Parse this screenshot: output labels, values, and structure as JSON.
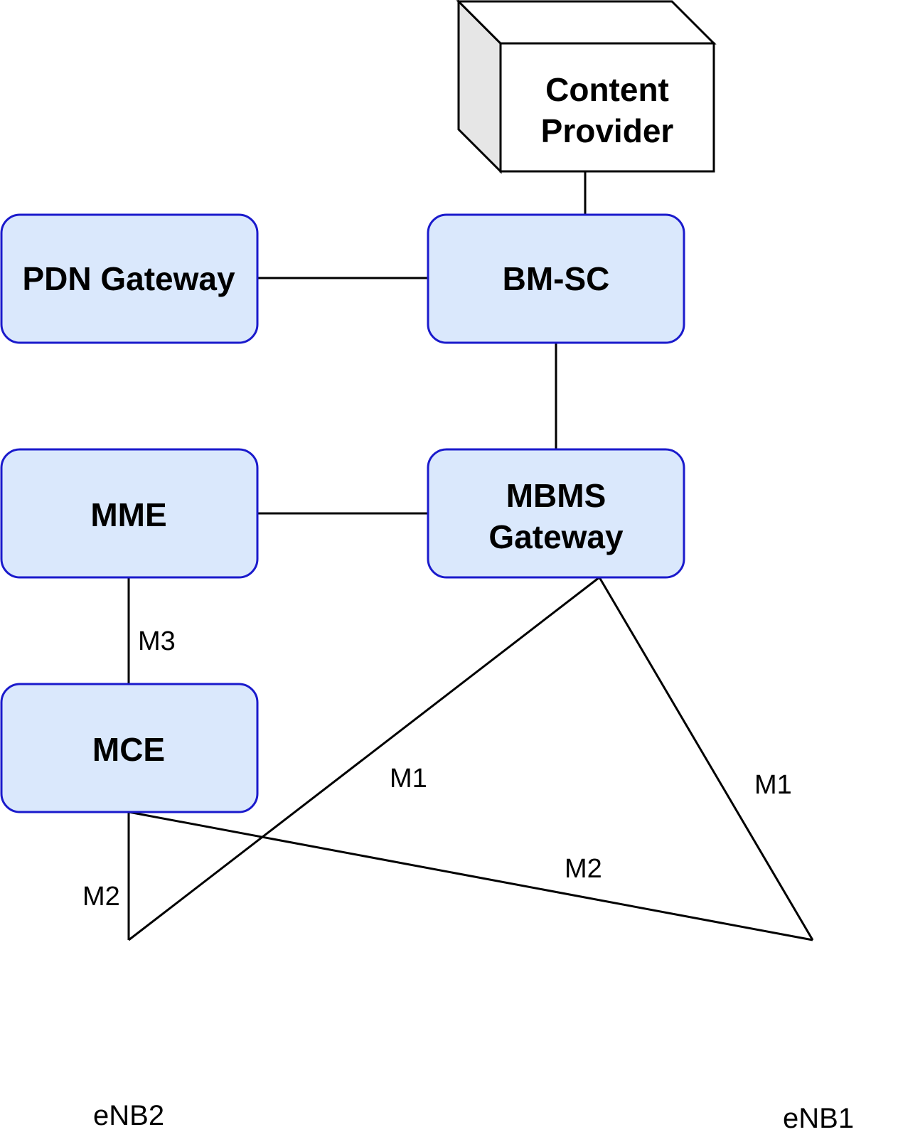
{
  "colors": {
    "node_fill": "#dae8fc",
    "node_stroke": "#1a1acc",
    "line": "#000000",
    "cube_side": "#e6e6e6"
  },
  "nodes": {
    "content_provider": {
      "line1": "Content",
      "line2": "Provider",
      "shape": "cube"
    },
    "pdn_gateway": {
      "label": "PDN Gateway"
    },
    "bm_sc": {
      "label": "BM-SC"
    },
    "mme": {
      "label": "MME"
    },
    "mbms_gateway": {
      "line1": "MBMS",
      "line2": "Gateway"
    },
    "mce": {
      "label": "MCE"
    }
  },
  "edges": {
    "mme_mce": "M3",
    "mbms_enb2": "M1",
    "mbms_enb1": "M1",
    "mce_enb1": "M2",
    "mce_enb2": "M2"
  },
  "stations": {
    "enb2": "eNB2",
    "enb1": "eNB1"
  }
}
